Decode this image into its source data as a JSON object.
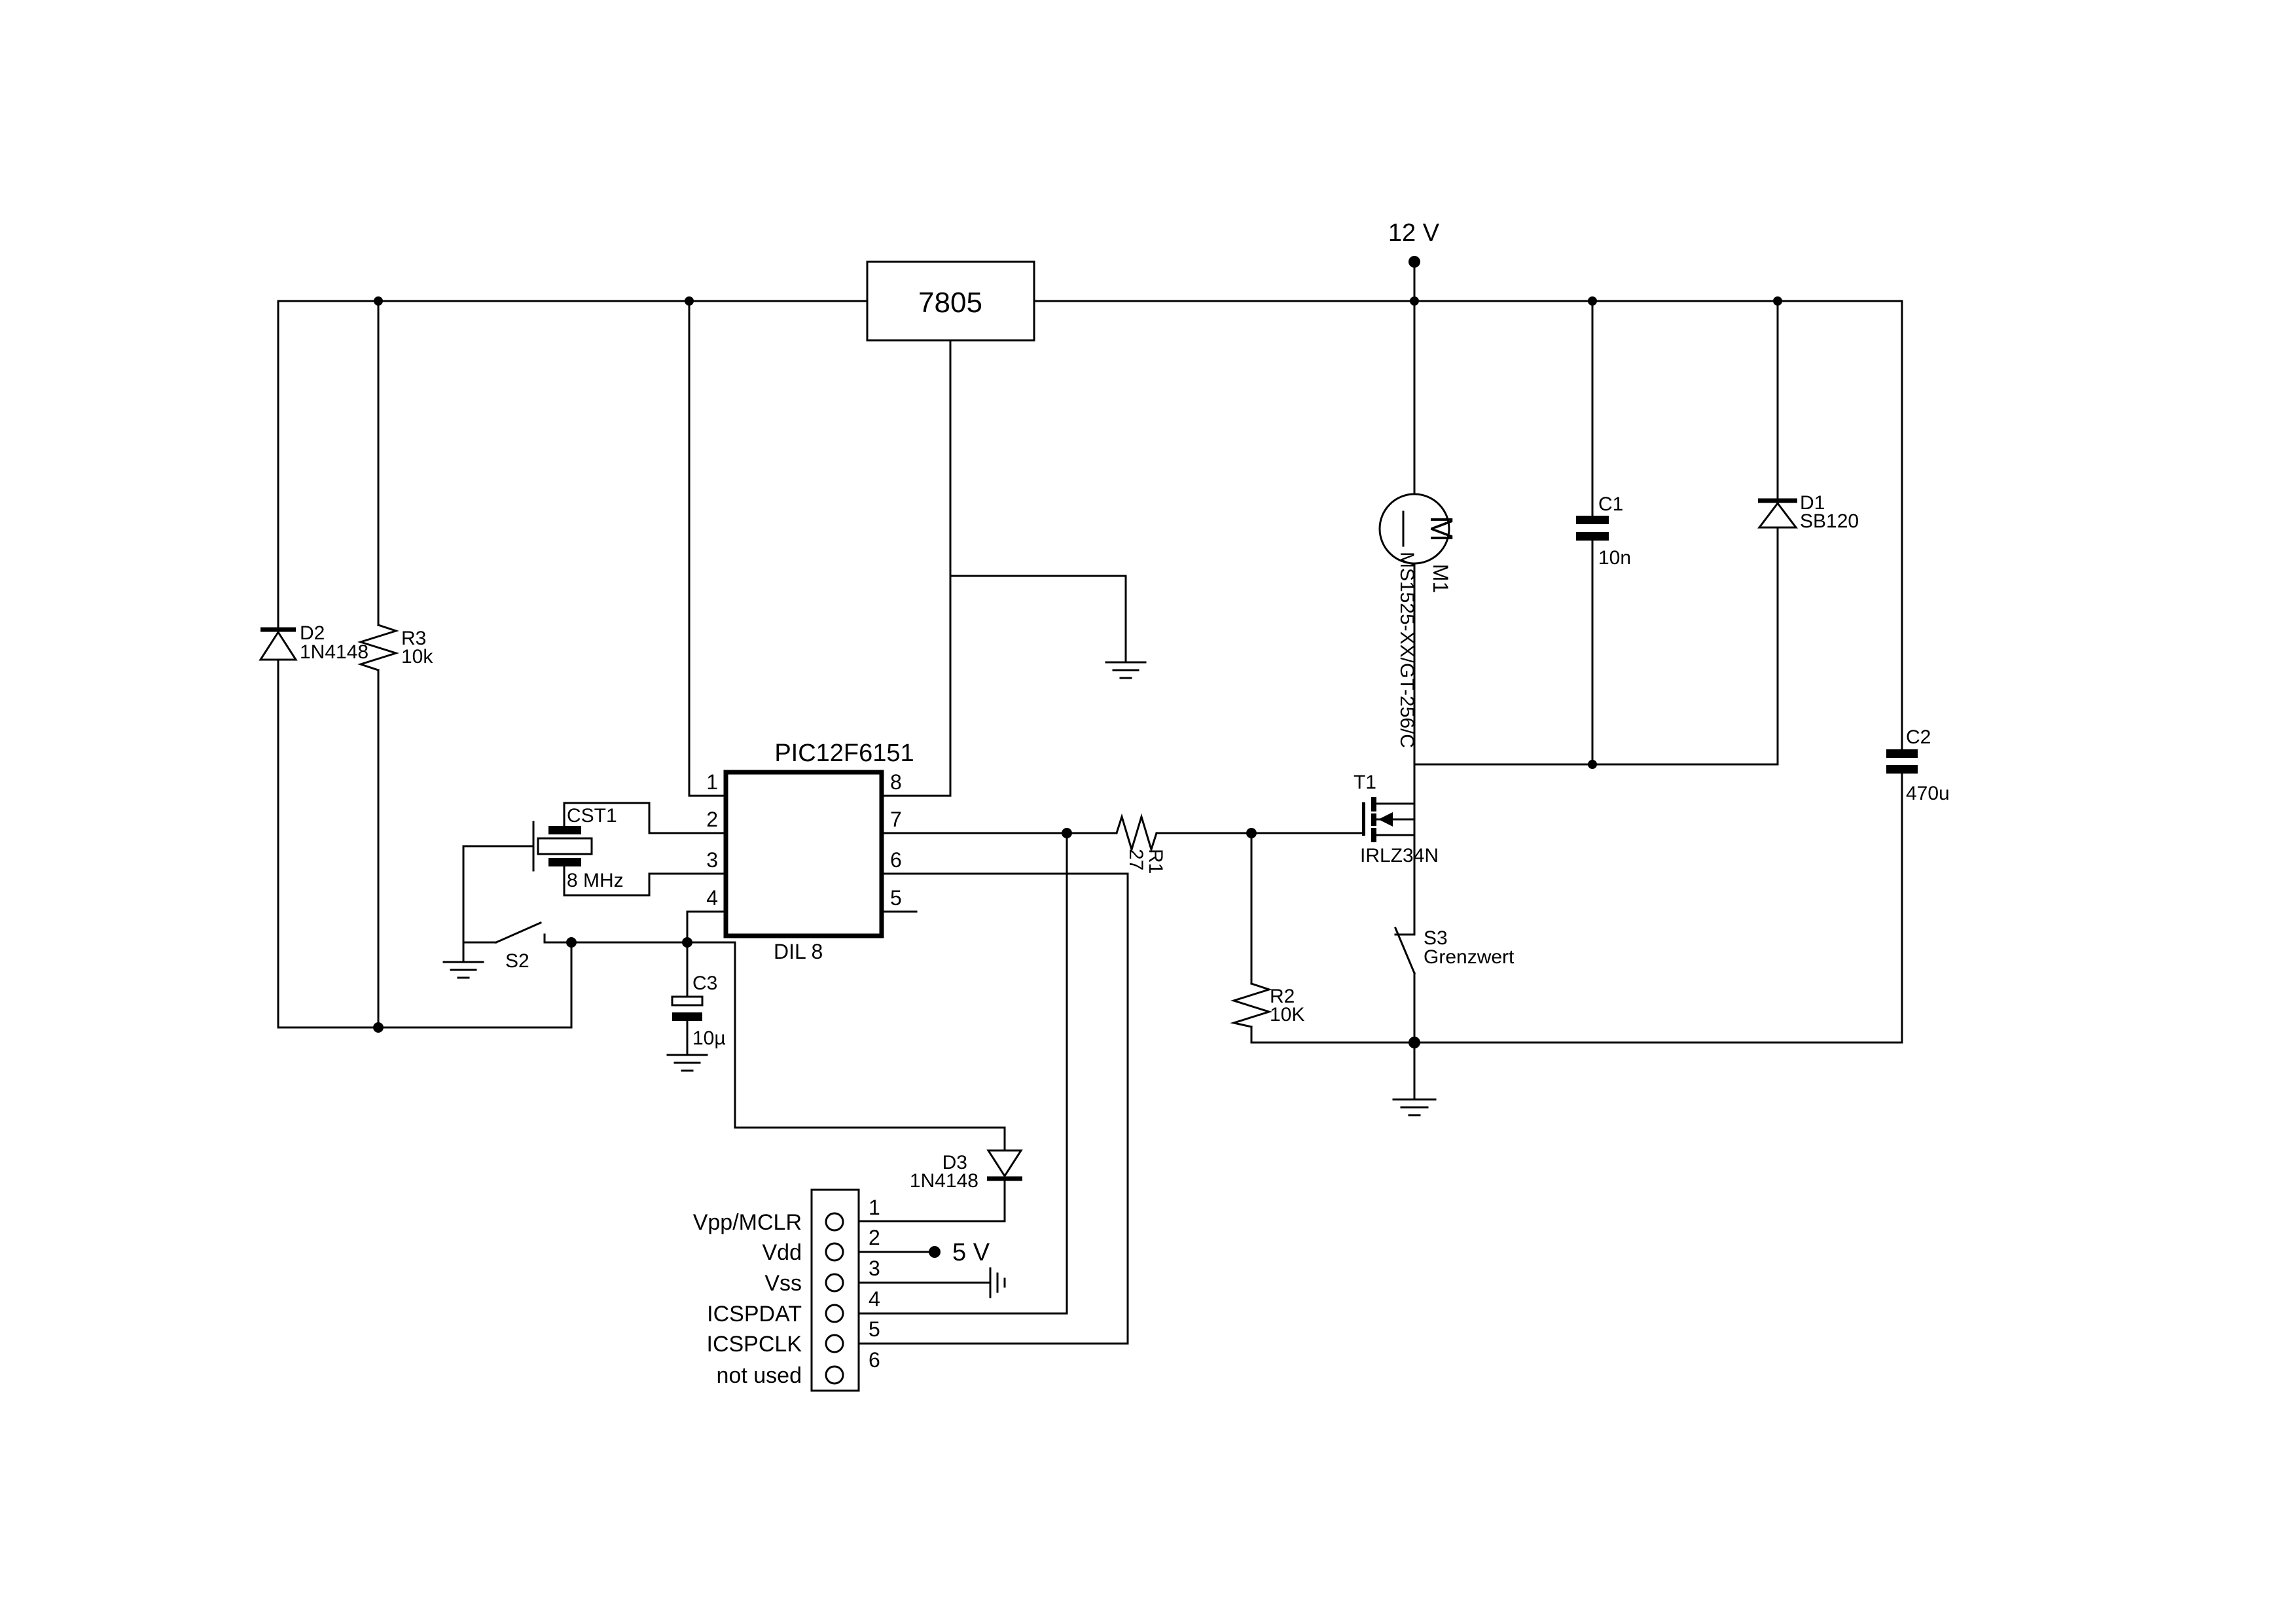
{
  "colors": {
    "line": "#000000",
    "background": "#ffffff"
  },
  "power": {
    "v12_label": "12 V",
    "v5_label": "5 V"
  },
  "regulator": {
    "ref": "7805"
  },
  "mcu": {
    "title": "PIC12F6151",
    "package": "DIL 8",
    "pins_left": [
      "1",
      "2",
      "3",
      "4"
    ],
    "pins_right": [
      "8",
      "7",
      "6",
      "5"
    ]
  },
  "components": {
    "D1": {
      "ref": "D1",
      "value": "SB120"
    },
    "D2": {
      "ref": "D2",
      "value": "1N4148"
    },
    "D3": {
      "ref": "D3",
      "value": "1N4148"
    },
    "R1": {
      "ref": "R1",
      "value": "27"
    },
    "R2": {
      "ref": "R2",
      "value": "10K"
    },
    "R3": {
      "ref": "R3",
      "value": "10k"
    },
    "C1": {
      "ref": "C1",
      "value": "10n"
    },
    "C2": {
      "ref": "C2",
      "value": "470u"
    },
    "C3": {
      "ref": "C3",
      "value": "10µ"
    },
    "CST1": {
      "ref": "CST1",
      "value": "8 MHz"
    },
    "M1": {
      "ref": "M1",
      "value": "MS1525-XX/GT-256/C",
      "symbol_letter": "M"
    },
    "T1": {
      "ref": "T1",
      "value": "IRLZ34N"
    },
    "S2": {
      "ref": "S2"
    },
    "S3": {
      "ref": "S3",
      "value": "Grenzwert"
    }
  },
  "connector": {
    "labels": [
      "Vpp/MCLR",
      "Vdd",
      "Vss",
      "ICSPDAT",
      "ICSPCLK",
      "not used"
    ],
    "numbers": [
      "1",
      "2",
      "3",
      "4",
      "5",
      "6"
    ]
  }
}
